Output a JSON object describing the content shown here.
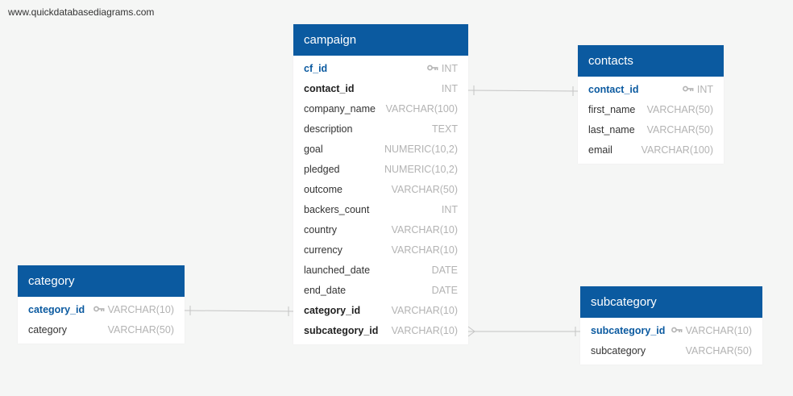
{
  "watermark": "www.quickdatabasediagrams.com",
  "colors": {
    "header": "#0b5aa0",
    "line": "#c4c4c4",
    "type_text": "#b3b3b3"
  },
  "tables": {
    "campaign": {
      "title": "campaign",
      "fields": [
        {
          "name": "cf_id",
          "type": "INT",
          "pk": true,
          "fk": false
        },
        {
          "name": "contact_id",
          "type": "INT",
          "pk": false,
          "fk": true
        },
        {
          "name": "company_name",
          "type": "VARCHAR(100)",
          "pk": false,
          "fk": false
        },
        {
          "name": "description",
          "type": "TEXT",
          "pk": false,
          "fk": false
        },
        {
          "name": "goal",
          "type": "NUMERIC(10,2)",
          "pk": false,
          "fk": false
        },
        {
          "name": "pledged",
          "type": "NUMERIC(10,2)",
          "pk": false,
          "fk": false
        },
        {
          "name": "outcome",
          "type": "VARCHAR(50)",
          "pk": false,
          "fk": false
        },
        {
          "name": "backers_count",
          "type": "INT",
          "pk": false,
          "fk": false
        },
        {
          "name": "country",
          "type": "VARCHAR(10)",
          "pk": false,
          "fk": false
        },
        {
          "name": "currency",
          "type": "VARCHAR(10)",
          "pk": false,
          "fk": false
        },
        {
          "name": "launched_date",
          "type": "DATE",
          "pk": false,
          "fk": false
        },
        {
          "name": "end_date",
          "type": "DATE",
          "pk": false,
          "fk": false
        },
        {
          "name": "category_id",
          "type": "VARCHAR(10)",
          "pk": false,
          "fk": true
        },
        {
          "name": "subcategory_id",
          "type": "VARCHAR(10)",
          "pk": false,
          "fk": true
        }
      ]
    },
    "contacts": {
      "title": "contacts",
      "fields": [
        {
          "name": "contact_id",
          "type": "INT",
          "pk": true,
          "fk": false
        },
        {
          "name": "first_name",
          "type": "VARCHAR(50)",
          "pk": false,
          "fk": false
        },
        {
          "name": "last_name",
          "type": "VARCHAR(50)",
          "pk": false,
          "fk": false
        },
        {
          "name": "email",
          "type": "VARCHAR(100)",
          "pk": false,
          "fk": false
        }
      ]
    },
    "category": {
      "title": "category",
      "fields": [
        {
          "name": "category_id",
          "type": "VARCHAR(10)",
          "pk": true,
          "fk": false
        },
        {
          "name": "category",
          "type": "VARCHAR(50)",
          "pk": false,
          "fk": false
        }
      ]
    },
    "subcategory": {
      "title": "subcategory",
      "fields": [
        {
          "name": "subcategory_id",
          "type": "VARCHAR(10)",
          "pk": true,
          "fk": false
        },
        {
          "name": "subcategory",
          "type": "VARCHAR(50)",
          "pk": false,
          "fk": false
        }
      ]
    }
  },
  "relationships": [
    {
      "from": "campaign.contact_id",
      "to": "contacts.contact_id",
      "from_end": "one",
      "to_end": "one"
    },
    {
      "from": "category.category_id",
      "to": "campaign.category_id",
      "from_end": "one",
      "to_end": "one"
    },
    {
      "from": "campaign.subcategory_id",
      "to": "subcategory.subcategory_id",
      "from_end": "many",
      "to_end": "one"
    }
  ]
}
